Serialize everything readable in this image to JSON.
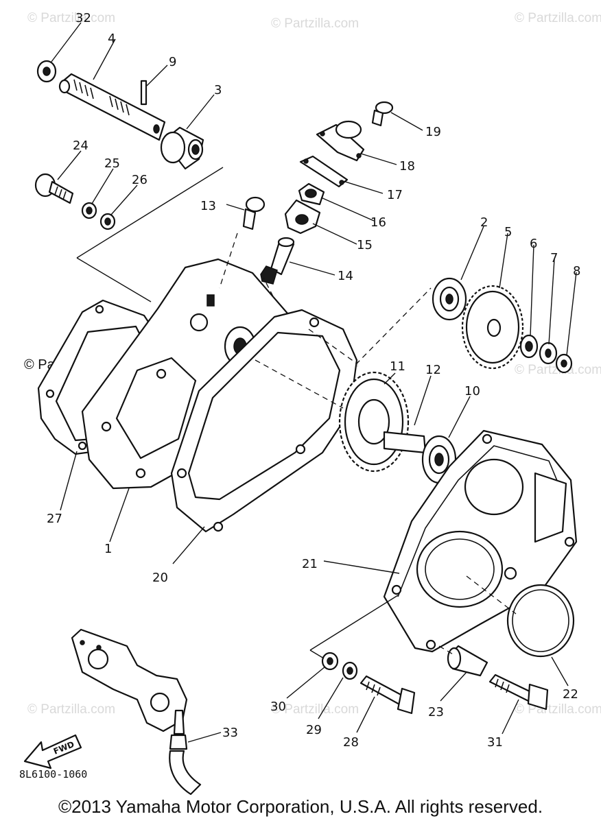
{
  "watermark": "© Partzilla.com",
  "diagram_code": "8L6100-1060",
  "fwd_label": "FWD",
  "copyright": "©2013  Yamaha Motor Corporation, U.S.A. All rights reserved.",
  "callouts": [
    "1",
    "2",
    "3",
    "4",
    "5",
    "6",
    "7",
    "8",
    "9",
    "10",
    "11",
    "12",
    "13",
    "14",
    "15",
    "16",
    "17",
    "18",
    "19",
    "20",
    "21",
    "22",
    "23",
    "24",
    "25",
    "26",
    "27",
    "28",
    "29",
    "30",
    "31",
    "32",
    "33"
  ]
}
